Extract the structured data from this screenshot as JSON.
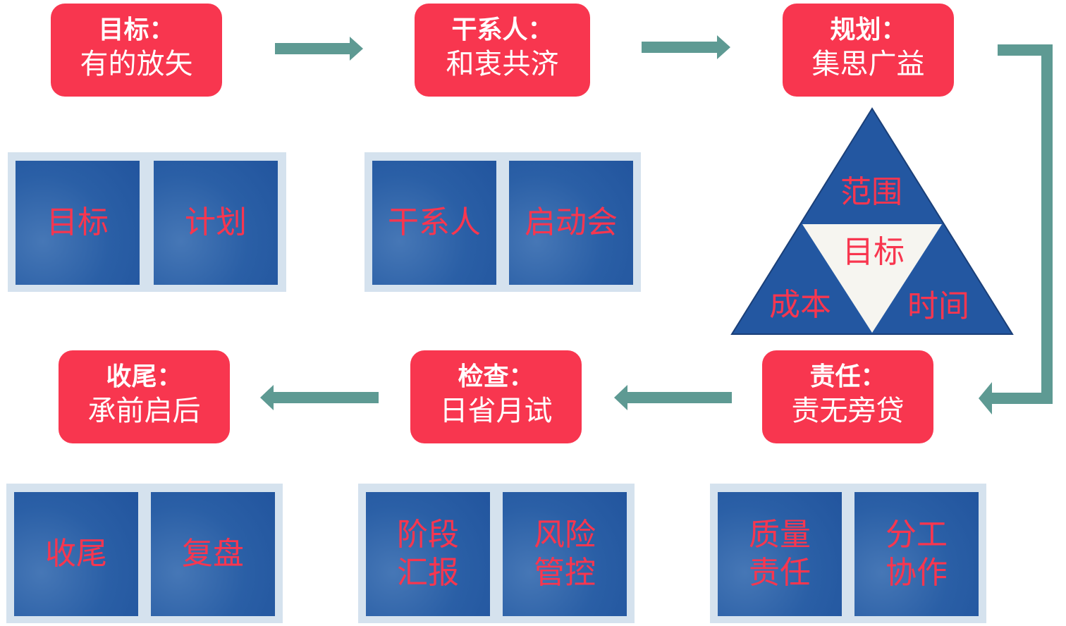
{
  "colors": {
    "accent": "#f8364f",
    "tile": "#2357a1",
    "panel": "#d5e2ee",
    "arrow": "#5e9a93"
  },
  "stages": [
    {
      "title": "目标：",
      "subtitle": "有的放矢"
    },
    {
      "title": "干系人：",
      "subtitle": "和衷共济"
    },
    {
      "title": "规划：",
      "subtitle": "集思广益"
    },
    {
      "title": "责任：",
      "subtitle": "责无旁贷"
    },
    {
      "title": "检查：",
      "subtitle": "日省月试"
    },
    {
      "title": "收尾：",
      "subtitle": "承前启后"
    }
  ],
  "tiles": {
    "goal": [
      "目标",
      "计划"
    ],
    "stakeholder": [
      "干系人",
      "启动会"
    ],
    "closing": [
      "收尾",
      "复盘"
    ],
    "check": [
      "阶段汇报",
      "风险管控"
    ],
    "responsibility": [
      "质量责任",
      "分工协作"
    ]
  },
  "triangle": {
    "top": "范围",
    "center": "目标",
    "left": "成本",
    "right": "时间"
  }
}
